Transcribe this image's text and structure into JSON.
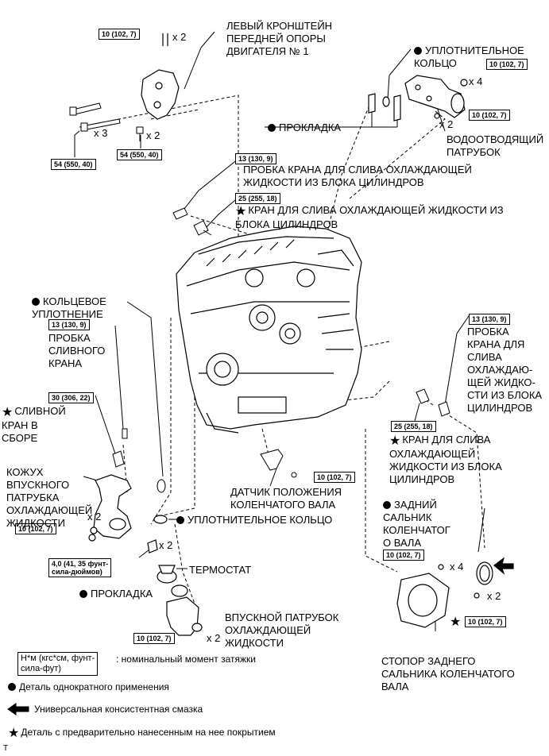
{
  "torque": {
    "t_bracket_top": "10 (102, 7)",
    "t_bracket_54a": "54 (550, 40)",
    "t_bracket_54b": "54 (550, 40)",
    "t_outlet_x4": "10 (102, 7)",
    "t_outlet_x2": "10 (102, 7)",
    "t_plug_block_left": "13 (130, 9)",
    "t_cock_block_left": "25 (255, 18)",
    "t_plug_drain": "13 (130, 9)",
    "t_drain_cock_assy": "30 (306, 22)",
    "t_housing_x2": "10 (102, 7)",
    "t_stud_x2": "4,0 (41, 35 фунт-\nсила-дюймов)",
    "t_inlet_x2": "10 (102, 7)",
    "t_plug_block_right": "13 (130, 9)",
    "t_cock_block_right": "25 (255, 18)",
    "t_sensor": "10 (102, 7)",
    "t_seal_x4": "10 (102, 7)",
    "t_retainer_x2": "10 (102, 7)"
  },
  "mult": {
    "m1": "x 2",
    "m2": "x 3",
    "m3": "x 2",
    "m4": "x 4",
    "m5": "x 2",
    "m6": "x 2",
    "m7": "x 2",
    "m8": "x 2",
    "m9": "x 4",
    "m10": "x 2"
  },
  "labels": {
    "bracket": "ЛЕВЫЙ КРОНШТЕЙН\nПЕРЕДНЕЙ ОПОРЫ\nДВИГАТЕЛЯ № 1",
    "seal_ring_top": "УПЛОТНИТЕЛЬНОЕ\nКОЛЬЦО",
    "gasket_top": "ПРОКЛАДКА",
    "water_outlet": "ВОДООТВОДЯЩИЙ\nПАТРУБОК",
    "plug_block_left": "ПРОБКА КРАНА ДЛЯ СЛИВА ОХЛАЖДАЮЩЕЙ\nЖИДКОСТИ ИЗ БЛОКА ЦИЛИНДРОВ",
    "cock_block_left": "КРАН ДЛЯ СЛИВА ОХЛАЖДАЮЩЕЙ ЖИДКОСТИ ИЗ\nБЛОКА ЦИЛИНДРОВ",
    "oring": "КОЛЬЦЕВОЕ\nУПЛОТНЕНИЕ",
    "drain_plug": "ПРОБКА\nСЛИВНОГО\nКРАНА",
    "drain_cock_assy": "СЛИВНОЙ\nКРАН В\nСБОРЕ",
    "inlet_housing": "КОЖУХ\nВПУСКНОГО\nПАТРУБКА\nОХЛАЖДАЮЩЕЙ\nЖИДКОСТИ",
    "plug_block_right": "ПРОБКА\nКРАНА ДЛЯ\nСЛИВА\nОХЛАЖДАЮ-\nЩЕЙ ЖИДКО-\nСТИ ИЗ БЛОКА\nЦИЛИНДРОВ",
    "cock_block_right": "КРАН ДЛЯ СЛИВА\nОХЛАЖДАЮЩЕЙ\nЖИДКОСТИ ИЗ БЛОКА\nЦИЛИНДРОВ",
    "sensor": "ДАТЧИК ПОЛОЖЕНИЯ\nКОЛЕНЧАТОГО ВАЛА",
    "seal_ring_bottom": "УПЛОТНИТЕЛЬНОЕ КОЛЬЦО",
    "rear_seal": "ЗАДНИЙ\nСАЛЬНИК\nКОЛЕНЧАТОГ\nО ВАЛА",
    "thermostat": "ТЕРМОСТАТ",
    "gasket_bottom": "ПРОКЛАДКА",
    "inlet": "ВПУСКНОЙ ПАТРУБОК\nОХЛАЖДАЮЩЕЙ\nЖИДКОСТИ",
    "retainer": "СТОПОР ЗАДНЕГО\nСАЛЬНИКА КОЛЕНЧАТОГО\nВАЛА"
  },
  "legend": {
    "unit_box": "Н*м (кгс*см, фунт-\nсила-фут)",
    "unit_desc": ": номинальный момент затяжки",
    "non_reusable": "Деталь однократного применения",
    "grease": "Универсальная консистентная смазка",
    "precoated": "Деталь с предварительно нанесенным на нее покрытием"
  },
  "footer": "T"
}
